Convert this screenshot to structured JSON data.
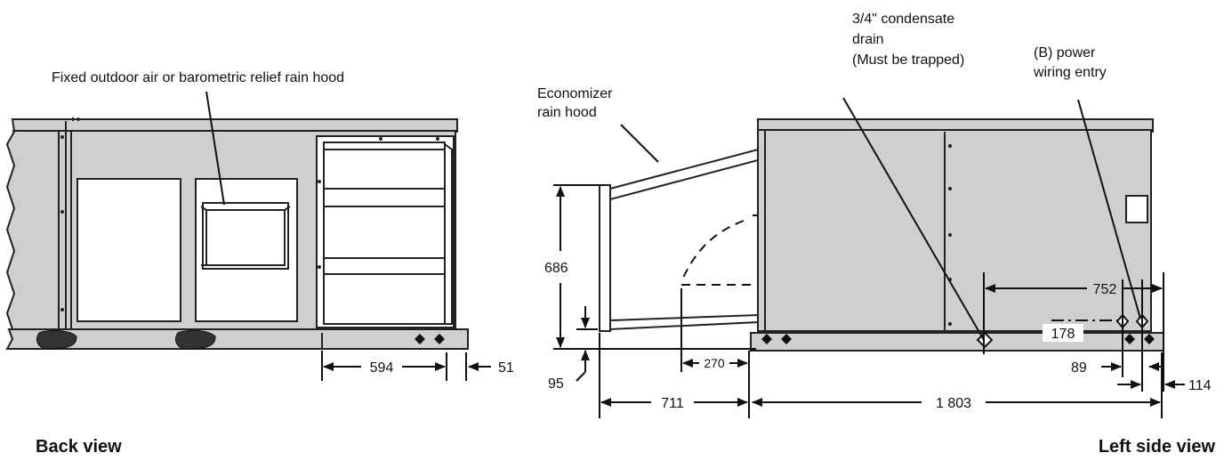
{
  "labels": {
    "rain_hood": "Fixed outdoor air or barometric relief rain hood",
    "economizer_line1": "Economizer",
    "economizer_line2": "rain hood",
    "condensate_line1": "3/4\" condensate",
    "condensate_line2": "drain",
    "condensate_line3": "(Must be trapped)",
    "power_line1": "(B) power",
    "power_line2": "wiring entry"
  },
  "dimensions": {
    "d594": "594",
    "d51": "51",
    "d686": "686",
    "d95": "95",
    "d270": "270",
    "d711": "711",
    "d1803": "1 803",
    "d752": "752",
    "d178": "178",
    "d89": "89",
    "d114": "114"
  },
  "views": {
    "back": "Back view",
    "left": "Left side view"
  },
  "colors": {
    "body": "#cfcfcf",
    "panel": "#ffffff",
    "line": "#222222"
  }
}
